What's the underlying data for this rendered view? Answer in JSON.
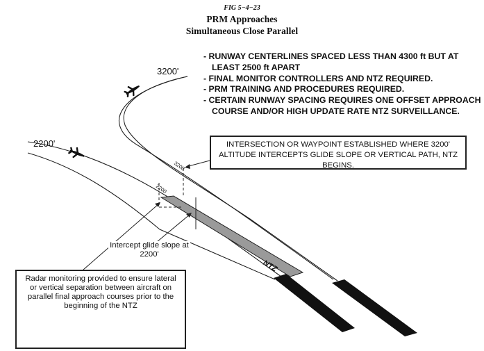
{
  "figure_number": "FIG 5−4−23",
  "title_line1": "PRM Approaches",
  "title_line2": "Simultaneous Close Parallel",
  "bullets": [
    "RUNWAY CENTERLINES SPACED LESS THAN 4300 ft BUT AT LEAST 2500 ft APART",
    "FINAL MONITOR CONTROLLERS AND NTZ REQUIRED.",
    "PRM TRAINING AND PROCEDURES REQUIRED.",
    "CERTAIN RUNWAY SPACING REQUIRES ONE OFFSET APPROACH COURSE AND/OR HIGH UPDATE RATE NTZ SURVEILLANCE."
  ],
  "ntz_begins_callout": "INTERSECTION OR WAYPOINT ESTABLISHED WHERE 3200' ALTITUDE INTERCEPTS GLIDE SLOPE OR VERTICAL PATH, NTZ BEGINS.",
  "radar_monitoring_callout": "Radar monitoring provided to ensure lateral or vertical separation between aircraft on parallel final approach courses prior to the beginning of the NTZ",
  "intercept_note": "Intercept glide slope at 2200'",
  "altitude_upper": "3200'",
  "altitude_lower": "2200'",
  "track_mark_upper": "3200",
  "track_mark_lower": "2200",
  "ntz_label": "NTZ",
  "colors": {
    "ink": "#111111",
    "ntz_fill": "#9a9a9a",
    "runway": "#111111"
  },
  "icons": [
    "airplane-icon"
  ]
}
